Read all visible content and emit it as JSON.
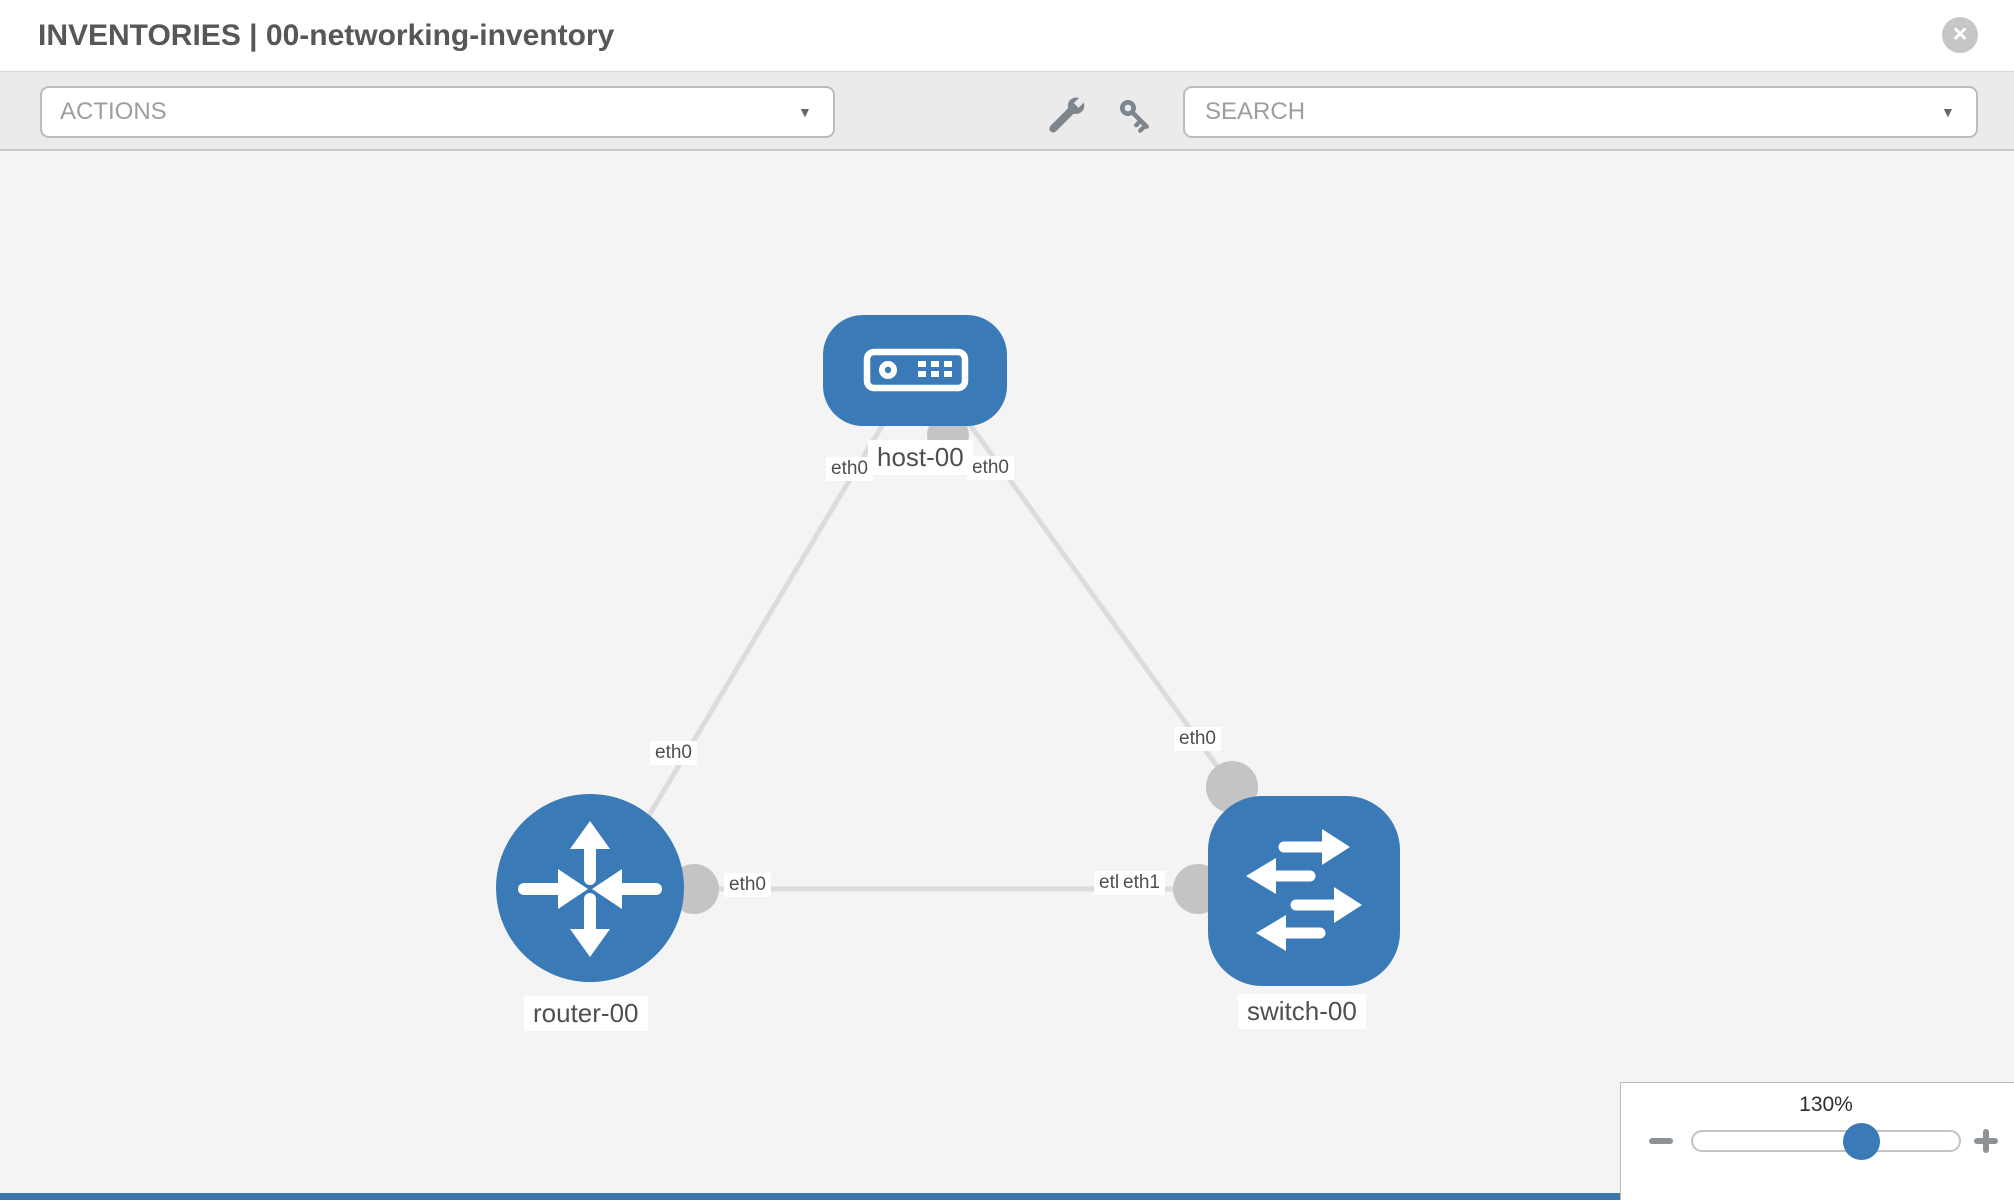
{
  "header": {
    "title": "INVENTORIES | 00-networking-inventory",
    "close_glyph": "×"
  },
  "toolbar": {
    "actions": {
      "label": "ACTIONS",
      "caret_icon": "▼"
    },
    "search": {
      "placeholder": "SEARCH",
      "value": "",
      "caret_icon": "▼"
    },
    "icons": [
      "wrench-icon",
      "key-icon"
    ]
  },
  "diagram": {
    "nodes": [
      {
        "id": "host-00",
        "label": "host-00",
        "type": "host"
      },
      {
        "id": "router-00",
        "label": "router-00",
        "type": "router"
      },
      {
        "id": "switch-00",
        "label": "switch-00",
        "type": "switch"
      }
    ],
    "links": [
      {
        "source": "host-00",
        "source_interface": "eth0",
        "target": "router-00",
        "target_interface": "eth0"
      },
      {
        "source": "host-00",
        "source_interface": "eth0",
        "target": "switch-00",
        "target_interface": "eth0"
      },
      {
        "source": "router-00",
        "source_interface": "eth0",
        "target": "switch-00",
        "target_interface": "eth1"
      }
    ],
    "labels": {
      "host_left": "eth0",
      "host_right": "eth0",
      "link_host_router_mid": "eth0",
      "link_host_switch_mid": "eth0",
      "router_port": "eth0",
      "switch_port_back": "eth0",
      "switch_port_front": "eth1"
    }
  },
  "zoom_control": {
    "level": "130%"
  },
  "colors": {
    "node_blue": "#3a7ab6",
    "link_gray": "#dcdcdc",
    "port_gray": "#c4c4c4",
    "canvas_bg": "#f4f4f4",
    "toolbar_bg": "#ebebeb",
    "header_text": "#575757",
    "text_dark": "#4f4f4f",
    "placeholder_text": "#9e9e9e",
    "icon_slate": "#7d858d",
    "control_gray": "#8d9296",
    "border_gray": "#bcbcbc",
    "close_gray": "#c6c6c6",
    "footer_blue": "#3d76a8"
  }
}
